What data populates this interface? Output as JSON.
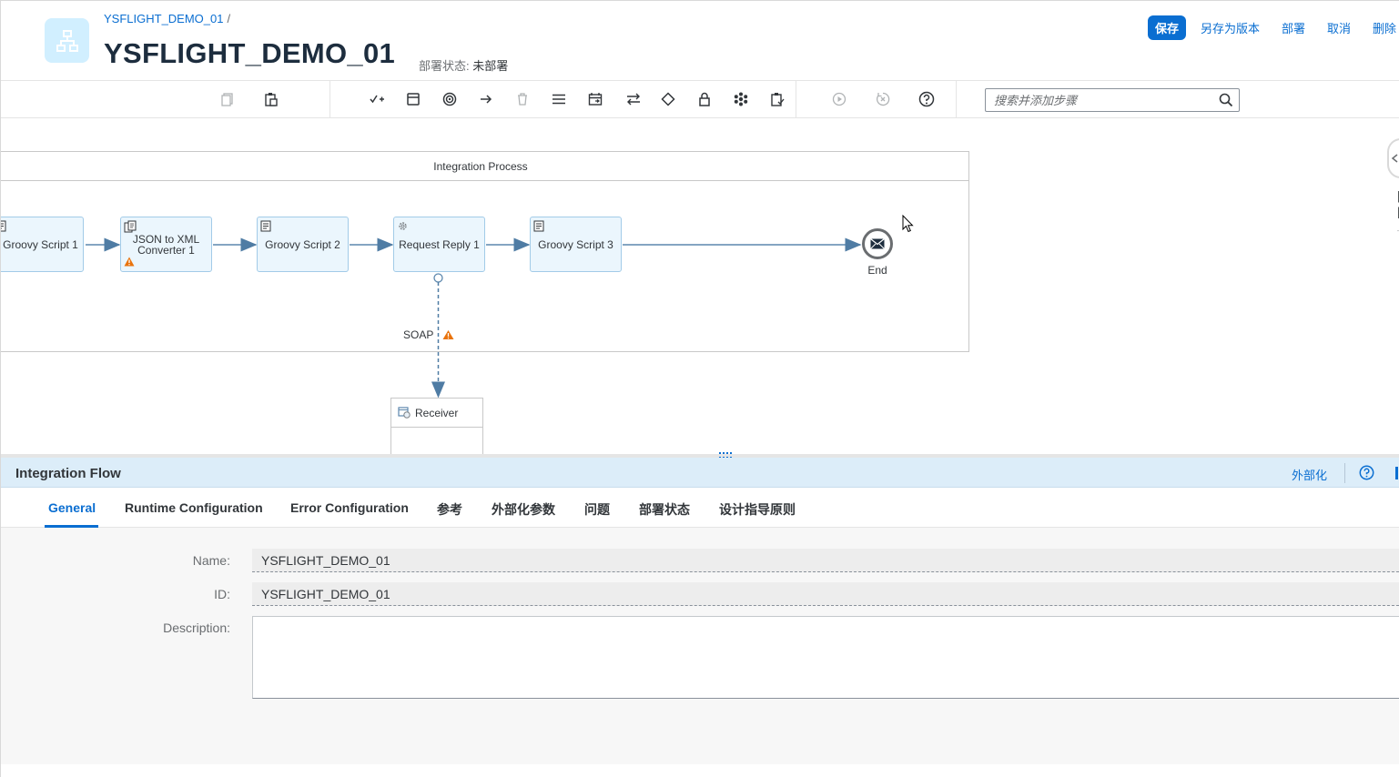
{
  "header": {
    "breadcrumb": "YSFLIGHT_DEMO_01",
    "breadcrumb_sep": "/",
    "title": "YSFLIGHT_DEMO_01",
    "deploy_status_label": "部署状态:",
    "deploy_status_value": "未部署",
    "actions": {
      "save": "保存",
      "save_as_version": "另存为版本",
      "deploy": "部署",
      "cancel": "取消",
      "delete": "删除"
    }
  },
  "toolbar": {
    "search_placeholder": "搜索并添加步骤"
  },
  "canvas": {
    "pool_label": "Integration Process",
    "steps": {
      "groovy1": "Groovy Script 1",
      "json_xml": "JSON to XML Converter 1",
      "groovy2": "Groovy Script 2",
      "request_reply": "Request Reply 1",
      "groovy3": "Groovy Script 3"
    },
    "end_label": "End",
    "soap_label": "SOAP",
    "receiver_label": "Receiver"
  },
  "panel": {
    "title": "Integration Flow",
    "externalize": "外部化",
    "tabs": [
      "General",
      "Runtime Configuration",
      "Error Configuration",
      "参考",
      "外部化参数",
      "问题",
      "部署状态",
      "设计指导原则"
    ],
    "form": {
      "name_label": "Name",
      "name_value": "YSFLIGHT_DEMO_01",
      "id_label": "ID",
      "id_value": "YSFLIGHT_DEMO_01",
      "description_label": "Description",
      "description_value": "",
      "colon": ":"
    }
  },
  "colors": {
    "accent": "#0a6ed1",
    "step_fill": "#ebf6fd",
    "step_border": "#a2cbe8",
    "warning": "#e9730c",
    "panel_header": "#dcedf9"
  }
}
